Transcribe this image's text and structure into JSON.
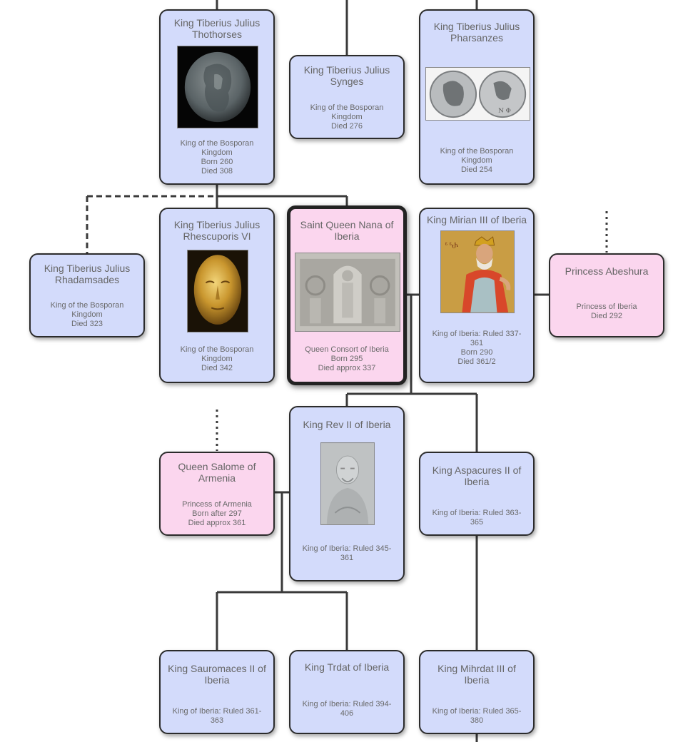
{
  "people": {
    "thothorses": {
      "name": "King Tiberius Julius Thothorses",
      "lines": [
        "King of the Bosporan",
        "Kingdom",
        "Born 260",
        "Died 308"
      ]
    },
    "synges": {
      "name": "King Tiberius Julius Synges",
      "lines": [
        "King of the Bosporan",
        "Kingdom",
        "Died 276"
      ]
    },
    "pharsanzes": {
      "name": "King Tiberius Julius Pharsanzes",
      "lines": [
        "King of the Bosporan",
        "Kingdom",
        "Died 254"
      ]
    },
    "rhadamsades": {
      "name": "King Tiberius Julius Rhadamsades",
      "lines": [
        "King of the Bosporan",
        "Kingdom",
        "Died 323"
      ]
    },
    "rhescuporis": {
      "name": "King Tiberius Julius Rhescuporis VI",
      "lines": [
        "King of the Bosporan",
        "Kingdom",
        "Died 342"
      ]
    },
    "nana": {
      "name": "Saint Queen Nana of Iberia",
      "lines": [
        "Queen Consort of Iberia",
        "Born 295",
        "Died approx 337"
      ]
    },
    "mirian": {
      "name": "King Mirian III of Iberia",
      "lines": [
        "King of Iberia: Ruled 337-",
        "361",
        "Born 290",
        "Died 361/2"
      ]
    },
    "abeshura": {
      "name": "Princess Abeshura",
      "lines": [
        "Princess of Iberia",
        "Died 292"
      ]
    },
    "salome": {
      "name": "Queen Salome of Armenia",
      "lines": [
        "Princess of Armenia",
        "Born after 297",
        "Died approx 361"
      ]
    },
    "rev": {
      "name": "King Rev II of Iberia",
      "lines": [
        "King of Iberia: Ruled 345-",
        "361"
      ]
    },
    "aspacures": {
      "name": "King Aspacures II of Iberia",
      "lines": [
        "King of Iberia: Ruled 363-",
        "365"
      ]
    },
    "sauromaces": {
      "name": "King Sauromaces II of Iberia",
      "lines": [
        "King of Iberia: Ruled 361-",
        "363"
      ]
    },
    "trdat": {
      "name": "King Trdat of Iberia",
      "lines": [
        "King of Iberia: Ruled 394-",
        "406"
      ]
    },
    "mihrdat": {
      "name": "King Mihrdat III of Iberia",
      "lines": [
        "King of Iberia: Ruled 365-",
        "380"
      ]
    }
  },
  "colors": {
    "male": "#d3dbfb",
    "female": "#fbd6ee",
    "border": "#2b2b2b",
    "line": "#3a3a3a"
  },
  "images": {
    "thothorses": "coin-portrait-icon",
    "pharsanzes": "twin-coin-icon",
    "rhescuporis": "golden-mask-icon",
    "nana": "stone-relief-icon",
    "mirian": "fresco-king-icon",
    "rev": "stone-bust-icon"
  }
}
